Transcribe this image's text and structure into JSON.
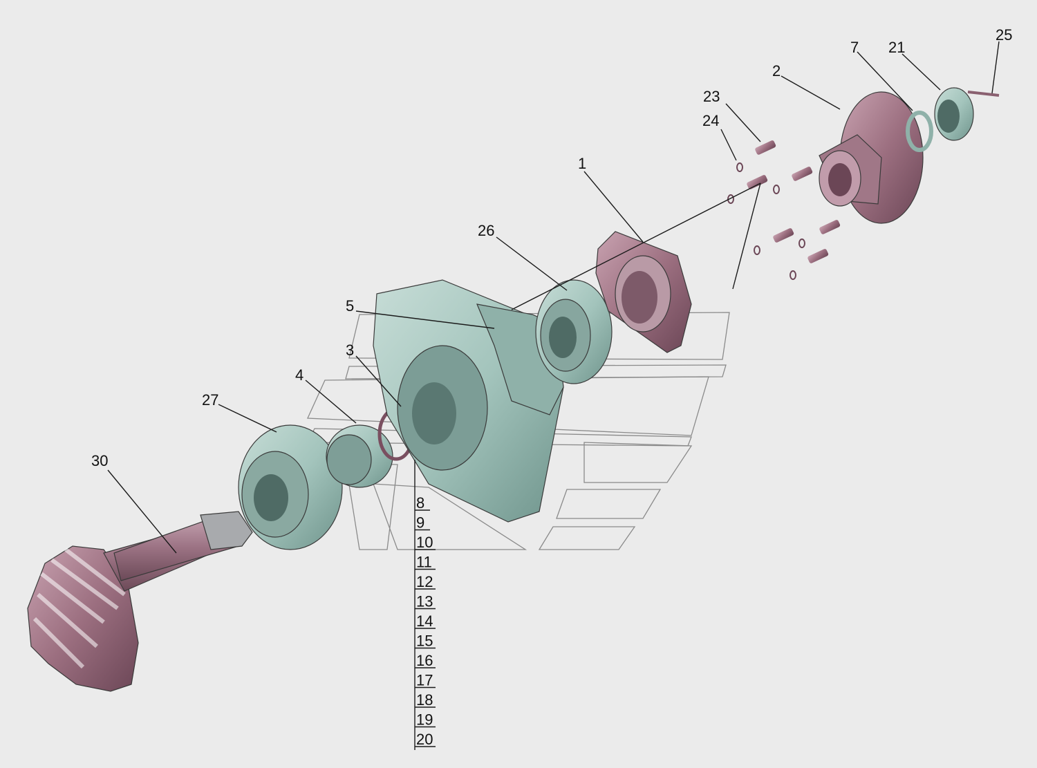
{
  "diagram": {
    "callouts": {
      "c1": "1",
      "c2": "2",
      "c3": "3",
      "c4": "4",
      "c5": "5",
      "c7": "7",
      "c21": "21",
      "c23": "23",
      "c24": "24",
      "c25": "25",
      "c26": "26",
      "c27": "27",
      "c30": "30"
    },
    "stack_labels": [
      "8",
      "9",
      "10",
      "11",
      "12",
      "13",
      "14",
      "15",
      "16",
      "17",
      "18",
      "19",
      "20"
    ]
  },
  "colors": {
    "background": "#ebebeb",
    "teal_part": "#a3c4bc",
    "mauve_part": "#9c6f80",
    "line": "#1a1a1a"
  }
}
